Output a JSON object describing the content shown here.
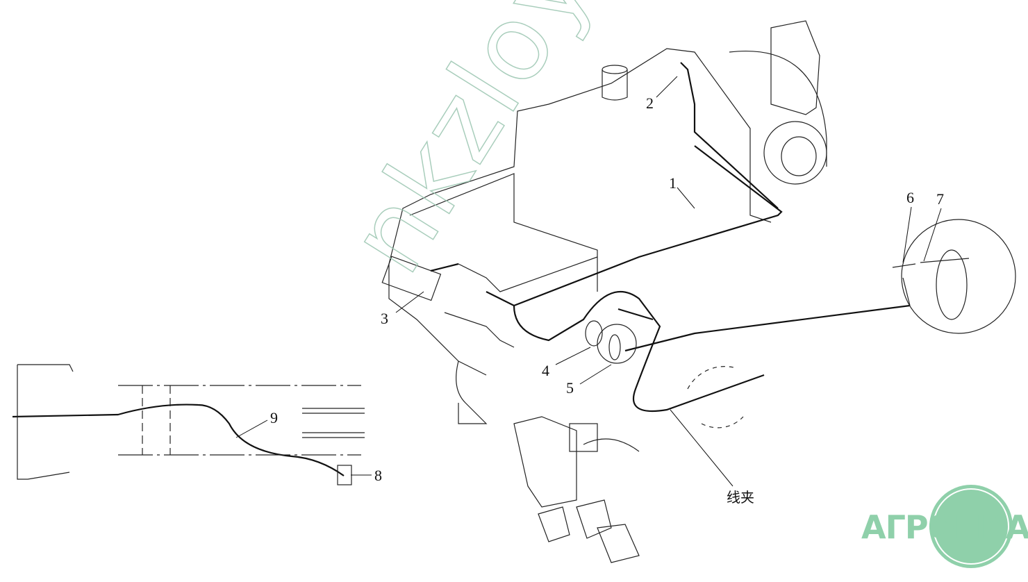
{
  "diagram": {
    "callouts": [
      "1",
      "2",
      "3",
      "4",
      "5",
      "6",
      "7",
      "8",
      "9"
    ],
    "clip_label": "线夹",
    "watermark": "nkzloy",
    "logo": "АГРОНКА",
    "colors": {
      "line": "#111111",
      "watermark": "#9fc8b4",
      "logo": "#8fd0aa"
    }
  }
}
